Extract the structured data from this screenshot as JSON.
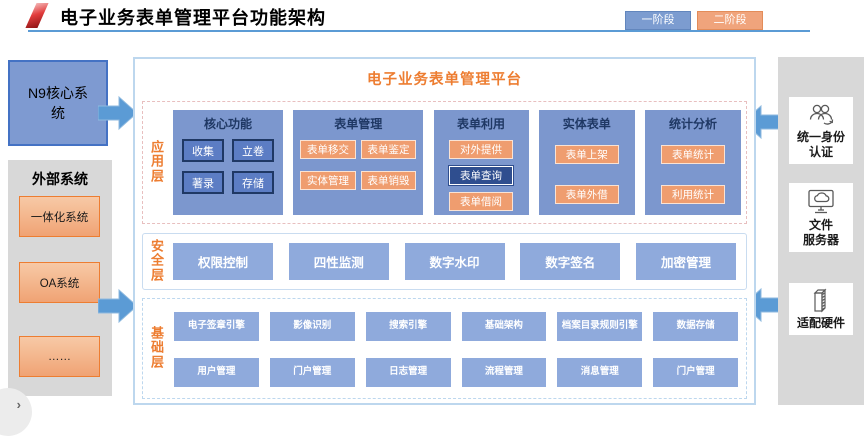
{
  "header": {
    "title": "电子业务表单管理平台功能架构",
    "stages": [
      "一阶段",
      "二阶段"
    ]
  },
  "left_panel": {
    "core_system": "N9核心系统",
    "external_title": "外部系统",
    "external_items": [
      "一体化系统",
      "OA系统",
      "……"
    ]
  },
  "platform": {
    "title": "电子业务表单管理平台",
    "app_layer": {
      "label": "应用层",
      "groups": [
        {
          "title": "核心功能",
          "items": [
            "收集",
            "立卷",
            "著录",
            "存储"
          ]
        },
        {
          "title": "表单管理",
          "items": [
            "表单移交",
            "表单鉴定",
            "实体管理",
            "表单销毁"
          ]
        },
        {
          "title": "表单利用",
          "items": [
            "对外提供",
            "表单查询",
            "表单借阅"
          ]
        },
        {
          "title": "实体表单",
          "items": [
            "表单上架",
            "表单外借"
          ]
        },
        {
          "title": "统计分析",
          "items": [
            "表单统计",
            "利用统计"
          ]
        }
      ]
    },
    "security_layer": {
      "label": "安全层",
      "items": [
        "权限控制",
        "四性监测",
        "数字水印",
        "数字签名",
        "加密管理"
      ]
    },
    "foundation_layer": {
      "label": "基础层",
      "row1": [
        "电子签章引擎",
        "影像识别",
        "搜索引擎",
        "基础架构",
        "档案目录规则引擎",
        "数据存储"
      ],
      "row2": [
        "用户管理",
        "门户管理",
        "日志管理",
        "流程管理",
        "消息管理",
        "门户管理"
      ]
    }
  },
  "right_panel": {
    "items": [
      {
        "icon": "users-sync-icon",
        "lines": [
          "统一身份",
          "认证"
        ]
      },
      {
        "icon": "cloud-monitor-icon",
        "lines": [
          "文件",
          "服务器"
        ]
      },
      {
        "icon": "server-rack-icon",
        "lines": [
          "适配硬件"
        ]
      }
    ]
  },
  "colors": {
    "accent_orange": "#ED7D31",
    "accent_blue": "#5B9BD5",
    "group_blue": "#7C97CE",
    "button_blue": "#8FAADC",
    "button_orange": "#EF9D6F",
    "dark_navy": "#1F3864",
    "highlight_navy": "#2F4E8F"
  }
}
